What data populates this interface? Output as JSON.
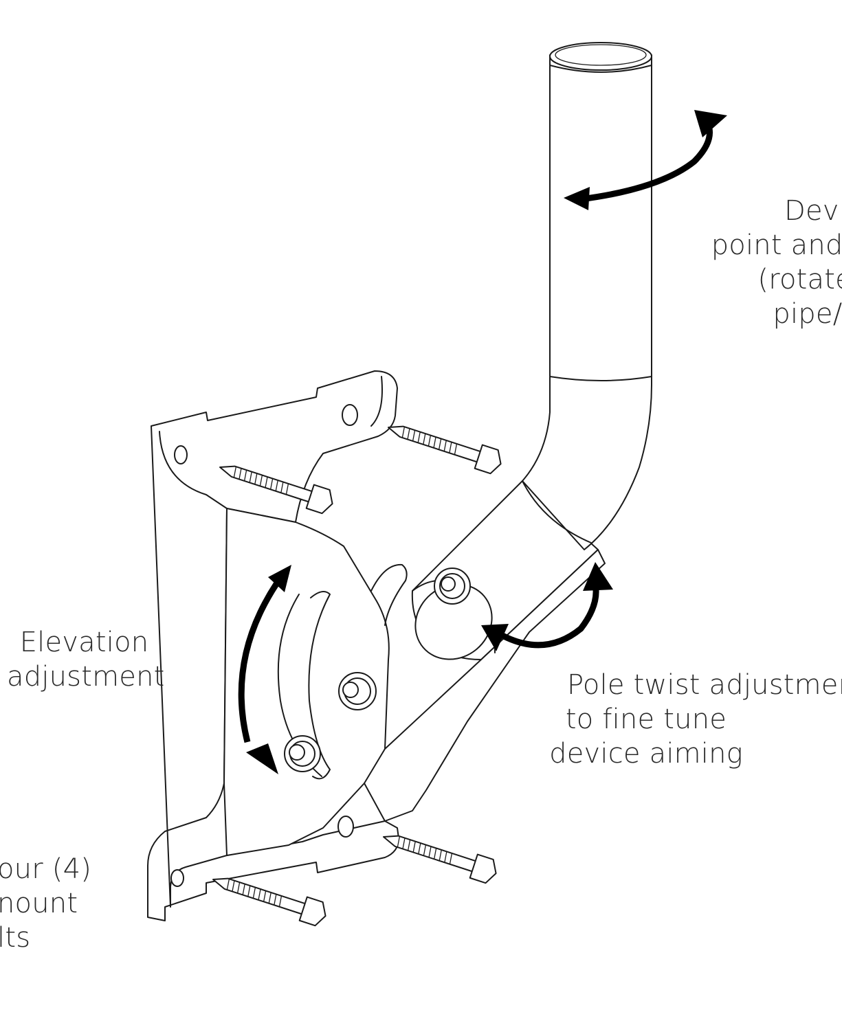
{
  "callouts": {
    "device": {
      "lines": [
        "Device",
        "point and az",
        "(rotate a",
        "pipe/ho"
      ]
    },
    "elevation": {
      "lines": [
        "Elevation",
        "adjustment"
      ]
    },
    "pole_twist": {
      "lines": [
        "Pole twist adjustment",
        "to fine tune",
        "device aiming"
      ]
    },
    "bolts": {
      "lines": [
        "our (4)",
        "nount",
        "lts"
      ]
    }
  },
  "colors": {
    "line": "#1a1a1a",
    "arrow": "#000000",
    "text": "#2a2a2a",
    "background": "#ffffff"
  }
}
